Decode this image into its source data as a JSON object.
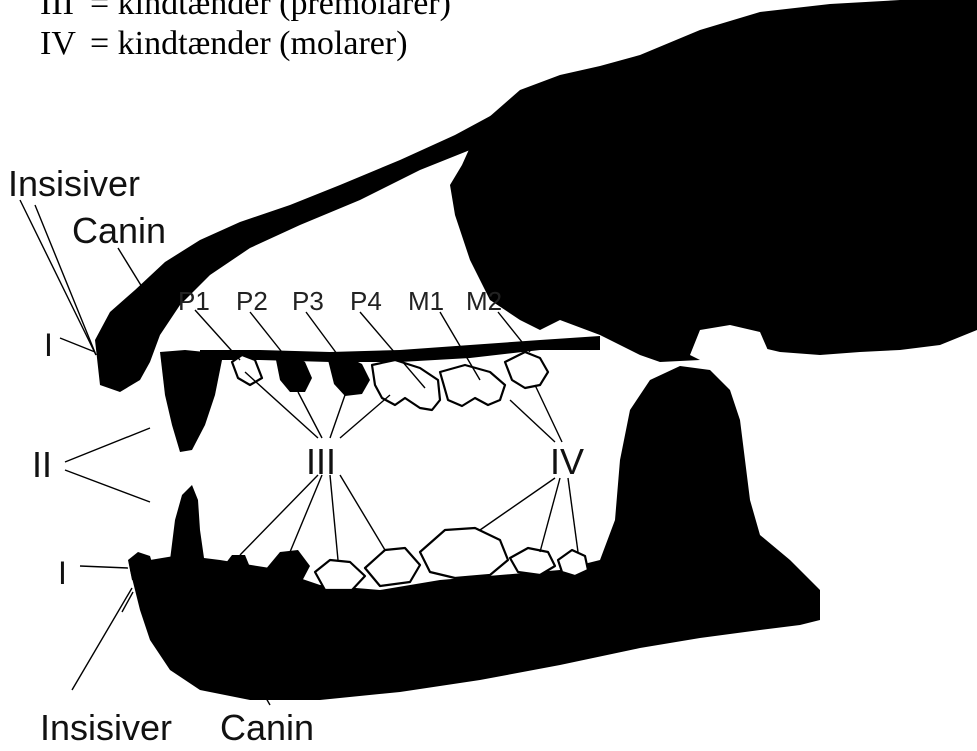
{
  "legend": {
    "line3_numeral": "III",
    "line3_text": "= kindtænder (premolarer)",
    "line4_numeral": "IV",
    "line4_text": "= kindtænder (molarer)"
  },
  "labels": {
    "insisiver_top": "Insisiver",
    "canin_top": "Canin",
    "insisiver_bottom": "Insisiver",
    "canin_bottom": "Canin",
    "group_I_upper": "I",
    "group_I_lower": "I",
    "group_II": "II",
    "group_III": "III",
    "group_IV": "IV"
  },
  "teeth_labels": [
    "P1",
    "P2",
    "P3",
    "P4",
    "M1",
    "M2"
  ],
  "colors": {
    "skull": "#000000",
    "background": "#ffffff",
    "text": "#111111"
  }
}
